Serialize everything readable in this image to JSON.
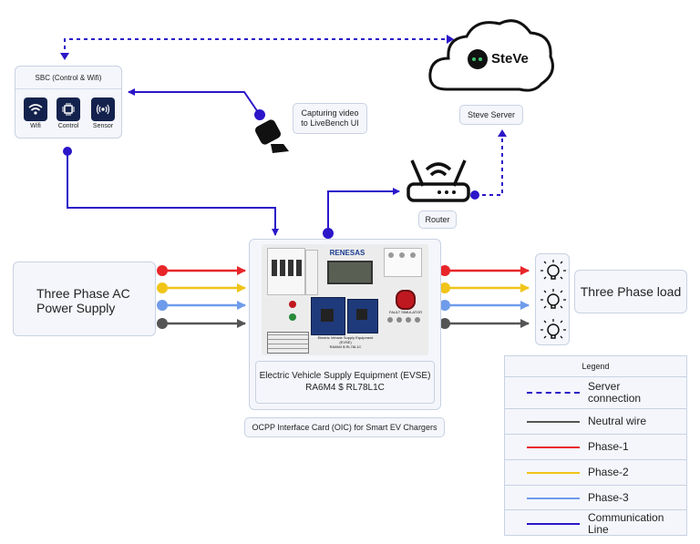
{
  "sbc": {
    "title": "SBC (Control & Wifi)",
    "items": [
      {
        "label": "Wifi",
        "icon": "wifi-icon"
      },
      {
        "label": "Control",
        "icon": "chip-icon"
      },
      {
        "label": "Sensor",
        "icon": "sensor-icon"
      }
    ]
  },
  "steve": {
    "logo_text": "SteVe",
    "label": "Steve Server"
  },
  "camera": {
    "label": "Capturing video to LiveBench UI",
    "icon": "camera-icon"
  },
  "router": {
    "label": "Router",
    "icon": "router-icon"
  },
  "evse": {
    "board_brand": "RENESAS",
    "board_caption": "Electric Vehicle Supply Equipment (EVSE)",
    "board_subcaption": "RA6M4 $ RL78L1C",
    "board_fault_title": "FAULT SIMULATOR",
    "label_line1": "Electric Vehicle Supply Equipment (EVSE)",
    "label_line2": "RA6M4 $ RL78L1C",
    "caption": "OCPP Interface Card (OIC) for Smart EV Chargers"
  },
  "power_supply": {
    "line1": "Three Phase AC",
    "line2": "Power Supply"
  },
  "load": {
    "label": "Three Phase load",
    "icon": "bulb-icon"
  },
  "colors": {
    "phase1": "#e8262a",
    "phase2": "#f0c419",
    "phase3": "#6f9cea",
    "neutral": "#555555",
    "communication": "#2b16c9",
    "server": "#2b16c9"
  },
  "legend": {
    "title": "Legend",
    "items": [
      {
        "style": "server",
        "line1": "Server",
        "line2": "connection"
      },
      {
        "style": "neutral",
        "line1": "Neutral wire",
        "line2": ""
      },
      {
        "style": "phase1",
        "line1": "Phase-1",
        "line2": ""
      },
      {
        "style": "phase2",
        "line1": "Phase-2",
        "line2": ""
      },
      {
        "style": "phase3",
        "line1": "Phase-3",
        "line2": ""
      },
      {
        "style": "communication",
        "line1": "Communication",
        "line2": "Line"
      }
    ]
  }
}
